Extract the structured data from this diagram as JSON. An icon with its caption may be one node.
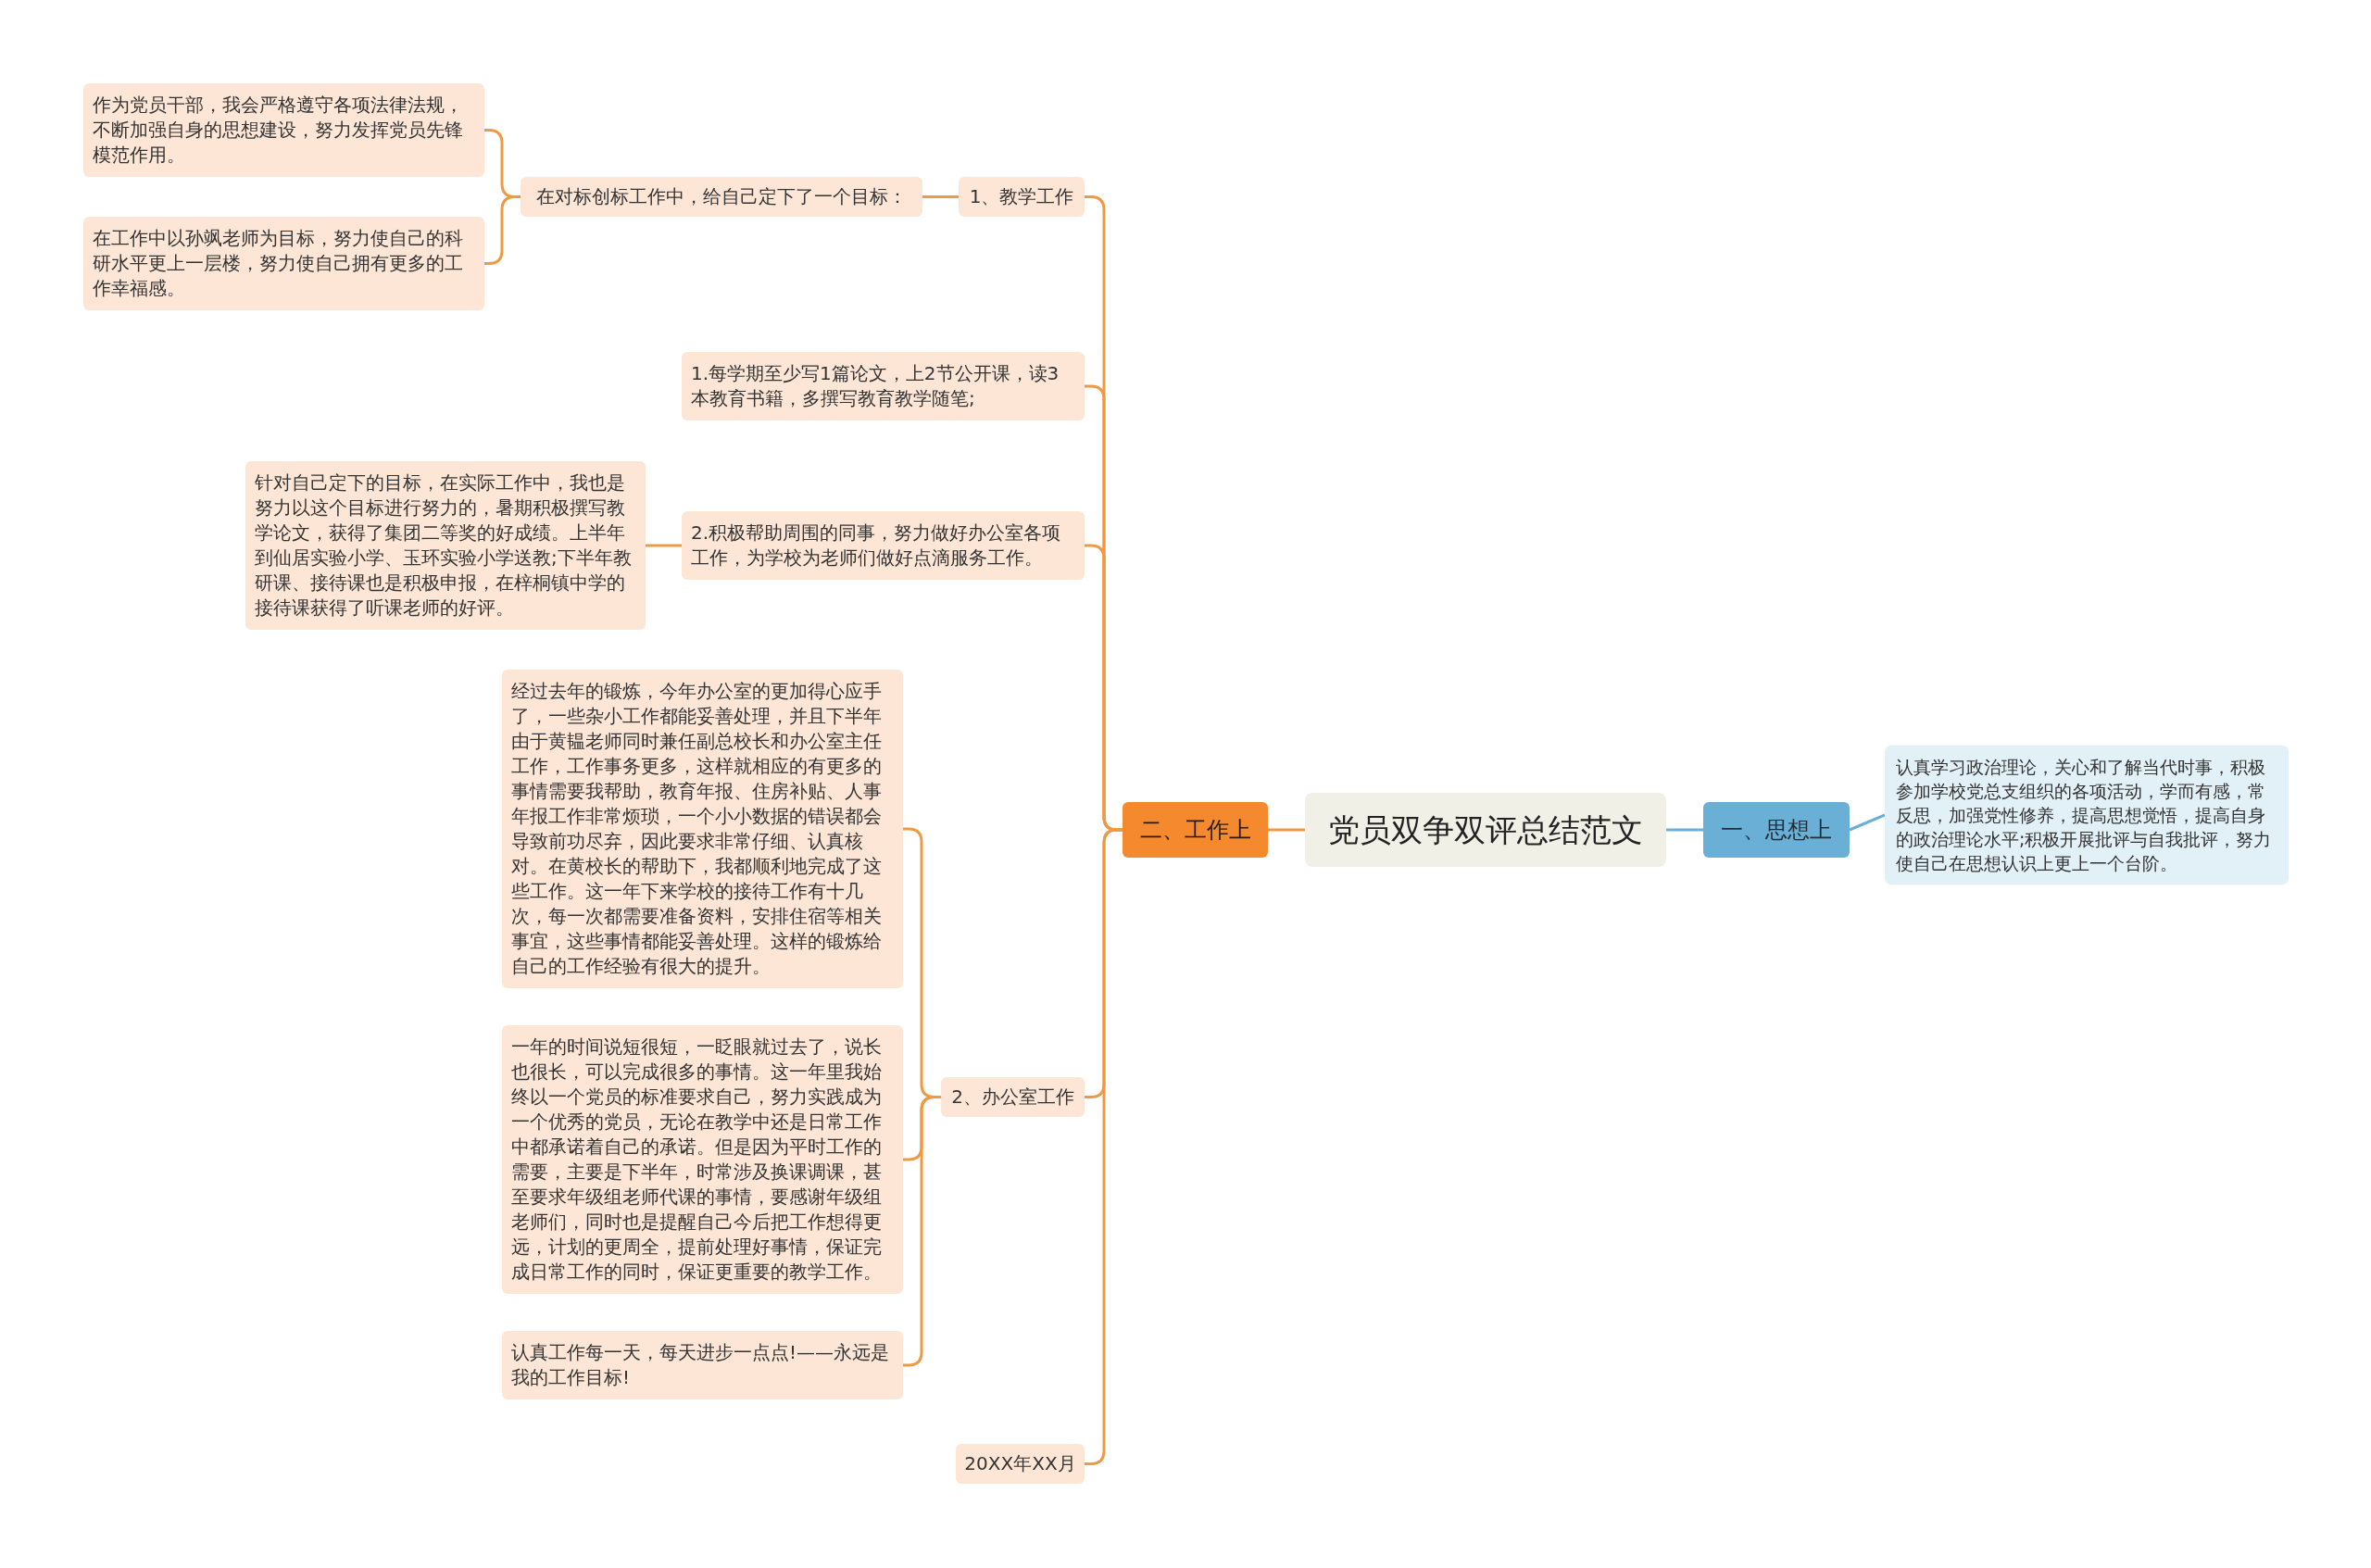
{
  "diagram": {
    "nodes": [
      {
        "text": [
          "党员双争双评总结范文"
        ]
      },
      {
        "text": [
          "一、思想上"
        ]
      },
      {
        "text": [
          "认真学习政治理论，关心和了解当代时事，积极参加学校党总支组织的各项活动，学而有感，常反思，加强党性修养，提高思想觉悟，提高自身的政治理论水平;积极开展批评与自我批评，努力使自己在思想认识上更上一个台阶。"
        ]
      },
      {
        "text": [
          "二、工作上"
        ]
      },
      {
        "text": [
          "1、教学工作"
        ]
      },
      {
        "text": [
          "在对标创标工作中，给自己定下了一个目标："
        ]
      },
      {
        "text": [
          "作为党员干部，我会严格遵守各项法律法规，不断加强自身的思想建设，努力发挥党员先锋模范作用。"
        ]
      },
      {
        "text": [
          "在工作中以孙飒老师为目标，努力使自己的科研水平更上一层楼，努力使自己拥有更多的工作幸福感。"
        ]
      },
      {
        "text": [
          "1.每学期至少写1篇论文，上2节公开课，读3本教育书籍，多撰写教育教学随笔;"
        ]
      },
      {
        "text": [
          "2.积极帮助周围的同事，努力做好办公室各项工作，为学校为老师们做好点滴服务工作。"
        ]
      },
      {
        "text": [
          "针对自己定下的目标，在实际工作中，我也是努力以这个目标进行努力的，暑期积极撰写教学论文，获得了集团二等奖的好成绩。上半年到仙居实验小学、玉环实验小学送教;下半年教研课、接待课也是积极申报，在梓桐镇中学的接待课获得了听课老师的好评。"
        ]
      },
      {
        "text": [
          "2、办公室工作"
        ]
      },
      {
        "text": [
          "经过去年的锻炼，今年办公室的更加得心应手了，一些杂小工作都能妥善处理，并且下半年由于黄韫老师同时兼任副总校长和办公室主任工作，工作事务更多，这样就相应的有更多的事情需要我帮助，教育年报、住房补贴、人事年报工作非常烦琐，一个小小数据的错误都会导致前功尽弃，因此要求非常仔细、认真核对。在黄校长的帮助下，我都顺利地完成了这些工作。这一年下来学校的接待工作有十几次，每一次都需要准备资料，安排住宿等相关事宜，这些事情都能妥善处理。这样的锻炼给自己的工作经验有很大的提升。"
        ]
      },
      {
        "text": [
          "一年的时间说短很短，一眨眼就过去了，说长也很长，可以完成很多的事情。这一年里我始终以一个党员的标准要求自己，努力实践成为一个优秀的党员，无论在教学中还是日常工作中都承诺着自己的承诺。但是因为平时工作的需要，主要是下半年，时常涉及换课调课，甚至要求年级组老师代课的事情，要感谢年级组老师们，同时也是提醒自己今后把工作想得更远，计划的更周全，提前处理好事情，保证完成日常工作的同时，保证更重要的教学工作。"
        ]
      },
      {
        "text": [
          "认真工作每一天，每天进步一点点!——永远是我的工作目标!"
        ]
      },
      {
        "text": [
          "20XX年XX月"
        ]
      }
    ],
    "edges": [
      {
        "from": 0,
        "to": 1,
        "arrow": "none",
        "color": "#6aafd5"
      },
      {
        "from": 1,
        "to": 2,
        "arrow": "none",
        "color": "#6aafd5"
      },
      {
        "from": 0,
        "to": 3,
        "arrow": "none"
      },
      {
        "from": 3,
        "to": 4,
        "arrow": "none"
      },
      {
        "from": 4,
        "to": 5,
        "arrow": "none"
      },
      {
        "from": 5,
        "to": 6,
        "arrow": "none"
      },
      {
        "from": 5,
        "to": 7,
        "arrow": "none"
      },
      {
        "from": 3,
        "to": 8,
        "arrow": "none"
      },
      {
        "from": 3,
        "to": 9,
        "arrow": "none"
      },
      {
        "from": 9,
        "to": 10,
        "arrow": "none"
      },
      {
        "from": 3,
        "to": 11,
        "arrow": "none"
      },
      {
        "from": 11,
        "to": 12,
        "arrow": "none"
      },
      {
        "from": 11,
        "to": 13,
        "arrow": "none"
      },
      {
        "from": 11,
        "to": 14,
        "arrow": "none"
      },
      {
        "from": 3,
        "to": 15,
        "arrow": "none"
      }
    ]
  }
}
